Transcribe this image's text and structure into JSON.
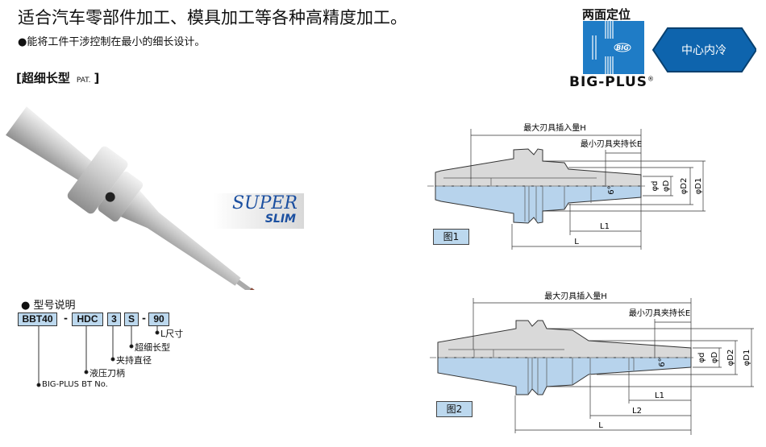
{
  "headline": "适合汽车零部件加工、模具加工等各种高精度加工。",
  "feature": "●能将工件干涉控制在最小的细长设计。",
  "series": {
    "open": "[",
    "name": "超细长型",
    "pat": "PAT.",
    "close": "]"
  },
  "bigplus": {
    "title": "两面定位",
    "logo_text": "BIG",
    "name": "BIG-PLUS",
    "reg": "®"
  },
  "coolant_badge": "中心内冷",
  "product_badge": {
    "line1": "SUPER",
    "line2": "SLIM"
  },
  "model": {
    "title": "● 型号说明",
    "parts": [
      "BBT40",
      "HDC",
      "3",
      "S",
      "90"
    ],
    "separator": "-",
    "legend": [
      "L尺寸",
      "超细长型",
      "夹持直径",
      "液压刀柄",
      "BIG-PLUS BT No."
    ]
  },
  "figures": [
    {
      "label": "图1",
      "H": "最大刃具插入量H",
      "E": "最小刃具夹持长E",
      "dims": [
        "φd",
        "φD",
        "φD2",
        "φD1"
      ],
      "angle": "6°",
      "L1": "L1",
      "L": "L"
    },
    {
      "label": "图2",
      "H": "最大刃具插入量H",
      "E": "最小刃具夹持长E",
      "dims": [
        "φd",
        "φD",
        "φD2",
        "φD1"
      ],
      "angle": "6°",
      "L1": "L1",
      "L2": "L2",
      "L": "L"
    }
  ],
  "colors": {
    "brand_blue": "#1f7cc6",
    "section_blue": "#b7d3ec",
    "body_gray": "#d9d9d9"
  }
}
